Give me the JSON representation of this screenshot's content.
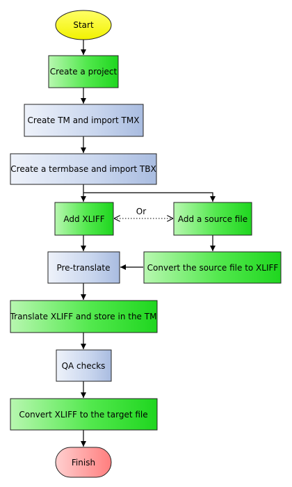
{
  "colors": {
    "start_fill": "#ffff2e",
    "finish_fill": "#ff9a9a",
    "green_box": "#44ee44",
    "blue_box": "#b9c9e6",
    "border": "#222222"
  },
  "nodes": {
    "start": "Start",
    "create_project": "Create a project",
    "create_tm": "Create TM and import TMX",
    "create_termbase": "Create a termbase and import TBX",
    "add_xliff": "Add XLIFF",
    "add_source": "Add a source file",
    "convert_source": "Convert the source file to XLIFF",
    "pretranslate": "Pre-translate",
    "translate_store": "Translate XLIFF and store in the TM",
    "qa_checks": "QA checks",
    "convert_target": "Convert XLIFF to the target file",
    "finish": "Finish"
  },
  "edge_labels": {
    "or": "Or"
  }
}
